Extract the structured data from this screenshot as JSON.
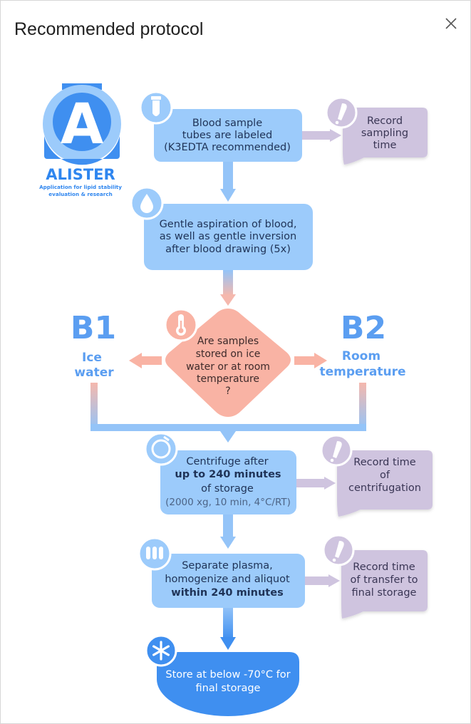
{
  "dialog": {
    "title": "Recommended protocol",
    "close_icon": "close-icon"
  },
  "logo": {
    "letter": "A",
    "name": "ALISTER",
    "tagline": [
      "Application for lipid stability",
      "evaluation & research"
    ]
  },
  "steps": {
    "label_tubes": [
      "Blood sample",
      "tubes are labeled",
      "(K3EDTA recommended)"
    ],
    "record_sampling": [
      "Record",
      "sampling",
      "time"
    ],
    "aspiration": [
      "Gentle aspiration of blood,",
      "as well as gentle inversion",
      "after blood drawing (5x)"
    ],
    "decision": [
      "Are samples",
      "stored on ice",
      "water or at room",
      "temperature",
      "?"
    ],
    "b1": {
      "code": "B1",
      "label": [
        "Ice",
        "water"
      ]
    },
    "b2": {
      "code": "B2",
      "label": [
        "Room",
        "temperature"
      ]
    },
    "centrifuge": [
      "Centrifuge after",
      "up to 240 minutes",
      "of storage",
      "(2000 xg, 10 min, 4°C/RT)"
    ],
    "record_centrifugation": [
      "Record time",
      "of",
      "centrifugation"
    ],
    "separate": [
      "Separate plasma,",
      "homogenize and aliquot",
      "within 240 minutes"
    ],
    "record_transfer": [
      "Record time",
      "of transfer to",
      "final storage"
    ],
    "store": [
      "Store at below -70°C for",
      "final storage"
    ]
  },
  "colors": {
    "blue_box": "#9ccbfb",
    "blue_arrow": "#94c4f8",
    "blue_text": "#5b9ef1",
    "decision": "#f9b3a4",
    "purple_box": "#cfc4df",
    "store": "#3f8ff0"
  },
  "icons": {
    "tube": "tube-icon",
    "pen": "pen-icon",
    "drop": "drop-icon",
    "thermometer": "thermometer-icon",
    "centrifuge": "centrifuge-icon",
    "aliquot": "aliquot-tubes-icon",
    "snowflake": "snowflake-icon"
  }
}
